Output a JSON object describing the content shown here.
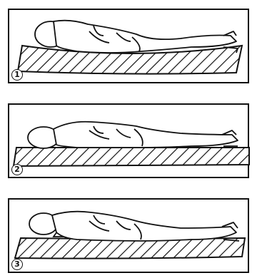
{
  "panels": [
    {
      "number": "1"
    },
    {
      "number": "2"
    },
    {
      "number": "3"
    }
  ]
}
